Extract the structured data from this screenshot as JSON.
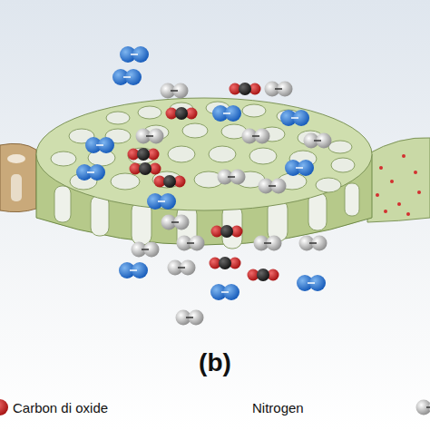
{
  "diagram": {
    "labels": [
      "(b)"
    ],
    "legend": [
      {
        "text": "Carbon di oxide"
      },
      {
        "text": "Nitrogen"
      }
    ]
  }
}
